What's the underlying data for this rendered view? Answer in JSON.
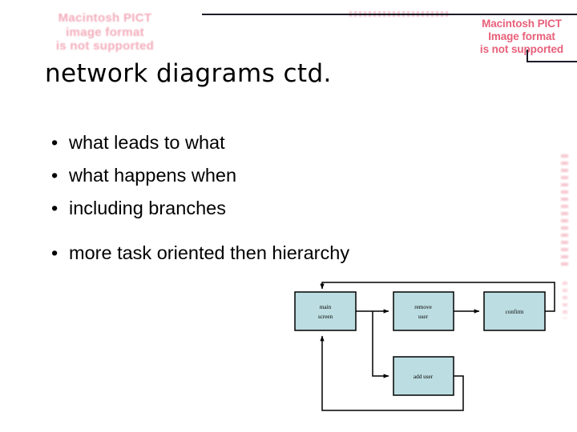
{
  "slide": {
    "title": "network diagrams ctd.",
    "bullets": [
      {
        "marker": "•",
        "text": "what leads to what",
        "spaced": false
      },
      {
        "marker": "•",
        "text": "what happens when",
        "spaced": false
      },
      {
        "marker": "•",
        "text": "including branches",
        "spaced": false
      },
      {
        "marker": "•",
        "text": "more task oriented then hierarchy",
        "spaced": true
      }
    ]
  },
  "placeholders": {
    "left_notice": "Macintosh PICT\nimage format\nis not supported",
    "right_notice": "Macintosh PICT\nImage format\nis not supported"
  },
  "diagram": {
    "nodes": [
      {
        "id": "main-screen",
        "lines": [
          "main",
          "screen"
        ]
      },
      {
        "id": "remove-user",
        "lines": [
          "remove",
          "user"
        ]
      },
      {
        "id": "confirm",
        "lines": [
          "confirm"
        ]
      },
      {
        "id": "add-user",
        "lines": [
          "add user"
        ]
      }
    ],
    "edges": [
      {
        "from": "main-screen",
        "to": "remove-user"
      },
      {
        "from": "main-screen",
        "to": "add-user"
      },
      {
        "from": "remove-user",
        "to": "confirm"
      },
      {
        "from": "confirm",
        "to": "main-screen"
      },
      {
        "from": "add-user",
        "to": "main-screen"
      }
    ],
    "colors": {
      "node_fill": "#bcdde1",
      "node_stroke": "#000000",
      "edge_stroke": "#000000"
    }
  }
}
